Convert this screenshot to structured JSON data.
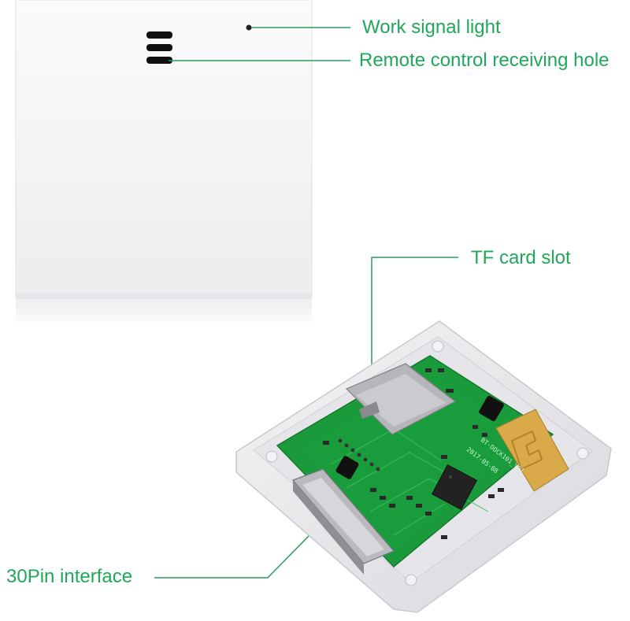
{
  "callouts": {
    "work_signal_light": "Work signal light",
    "remote_control_receiving_hole": "Remote control receiving hole",
    "tf_card_slot": "TF card slot",
    "pin_interface": "30Pin interface"
  },
  "pcb_markings": {
    "model_code": "BT-DOCK101_V01",
    "date_code": "2017-05-08"
  },
  "colors": {
    "callout_text": "#1fa85a",
    "callout_line": "#2d9a5a",
    "pcb_green": "#1a9a3a",
    "bt_module": "#d9a94a"
  }
}
